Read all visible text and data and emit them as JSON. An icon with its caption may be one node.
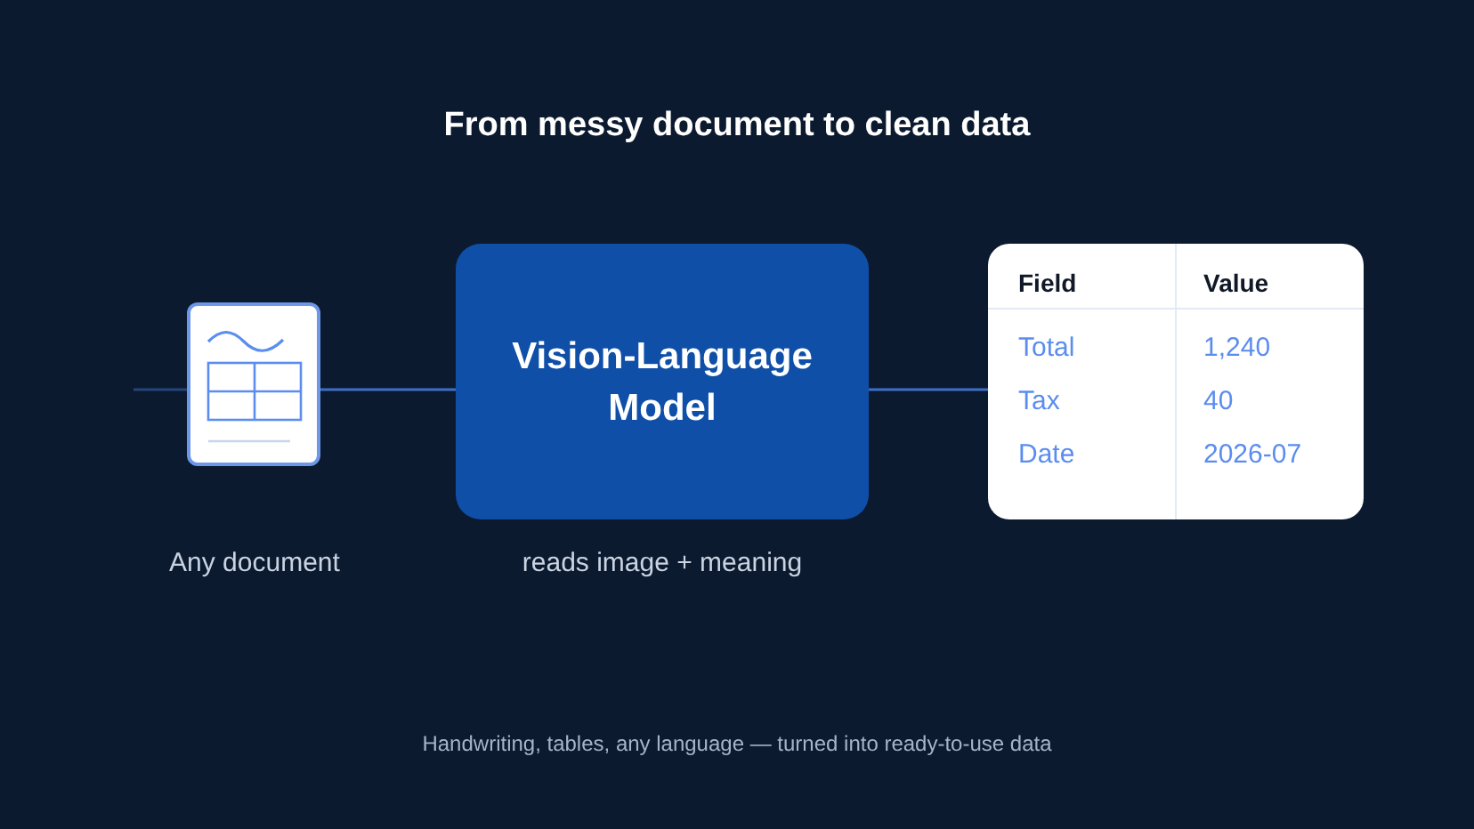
{
  "diagram": {
    "title": "From messy document to clean data",
    "caption": "Handwriting, tables, any language — turned into ready-to-use data",
    "nodes": [
      {
        "text": [],
        "shape": "picture",
        "beside": [
          "Any document"
        ]
      },
      {
        "text": [
          "Vision-Language Model"
        ],
        "beside": [
          "reads image + meaning"
        ]
      },
      {
        "text": [
          "Field",
          "Value",
          "Total",
          "1,240",
          "Tax",
          "40",
          "Date",
          "2026-07"
        ]
      }
    ],
    "edges": [
      {
        "from": null,
        "to": 0,
        "arrow": "none"
      },
      {
        "from": 0,
        "to": 1,
        "arrow": "none"
      },
      {
        "from": 1,
        "to": 2,
        "arrow": "none"
      }
    ]
  }
}
